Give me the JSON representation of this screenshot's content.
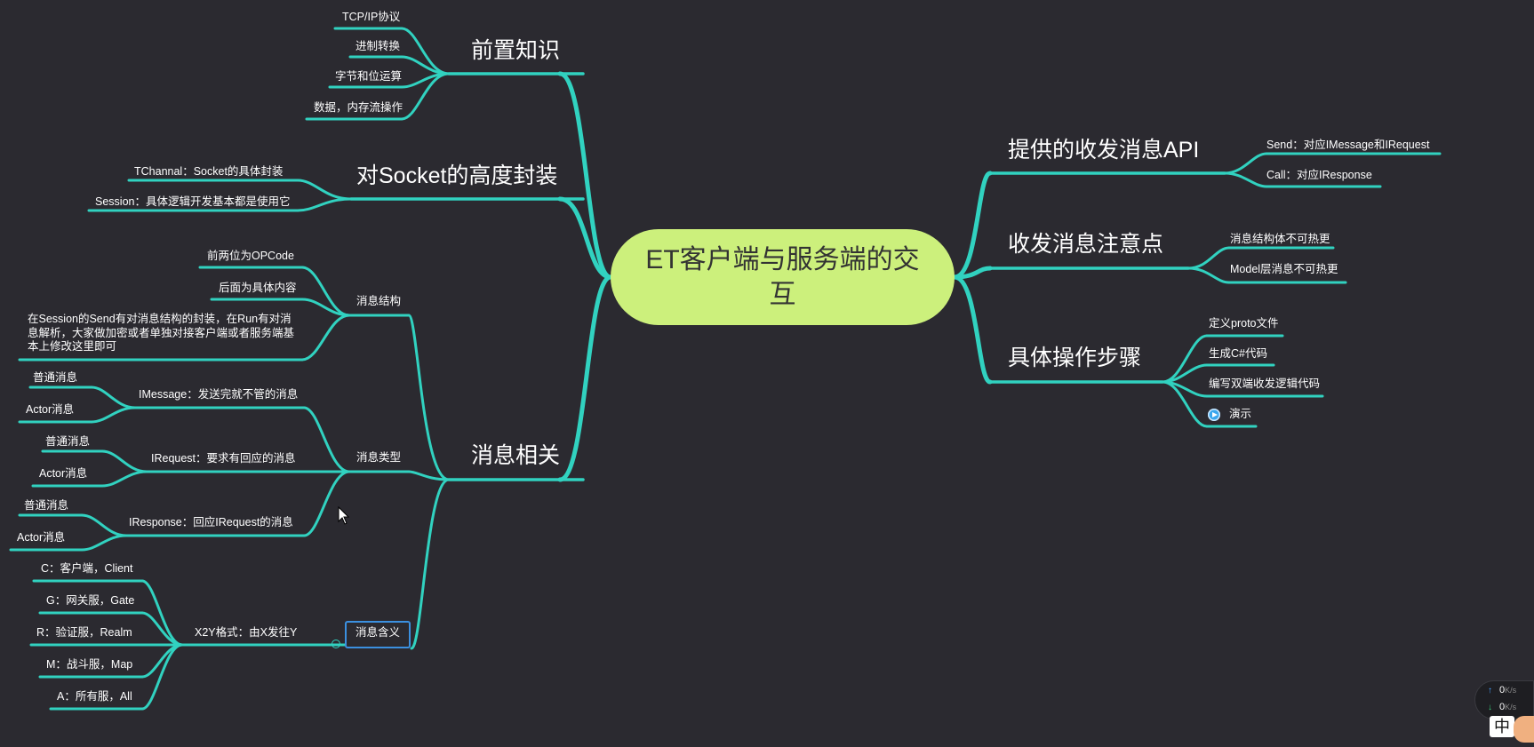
{
  "center": {
    "title": "ET客户端与服务端的交互"
  },
  "branches": {
    "prior_knowledge": {
      "title": "前置知识",
      "items": [
        "TCP/IP协议",
        "进制转换",
        "字节和位运算",
        "数据，内存流操作"
      ]
    },
    "socket_wrap": {
      "title": "对Socket的高度封装",
      "items": [
        "TChannal：Socket的具体封装",
        "Session：具体逻辑开发基本都是使用它"
      ]
    },
    "message": {
      "title": "消息相关",
      "structure": {
        "title": "消息结构",
        "items": [
          "前两位为OPCode",
          "后面为具体内容",
          "在Session的Send有对消息结构的封装，在Run有对消息解析，大家做加密或者单独对接客户端或者服务端基本上修改这里即可"
        ]
      },
      "types": {
        "title": "消息类型",
        "imessage": {
          "title": "IMessage：发送完就不管的消息",
          "items": [
            "普通消息",
            "Actor消息"
          ]
        },
        "irequest": {
          "title": "IRequest：要求有回应的消息",
          "items": [
            "普通消息",
            "Actor消息"
          ]
        },
        "iresponse": {
          "title": "IResponse：回应IRequest的消息",
          "items": [
            "普通消息",
            "Actor消息"
          ]
        }
      },
      "meaning": {
        "title": "消息含义",
        "format": {
          "title": "X2Y格式：由X发往Y",
          "items": [
            "C：客户端，Client",
            "G：网关服，Gate",
            "R：验证服，Realm",
            "M：战斗服，Map",
            "A：所有服，All"
          ]
        }
      }
    },
    "api": {
      "title": "提供的收发消息API",
      "items": [
        "Send：对应IMessage和IRequest",
        "Call：对应IResponse"
      ]
    },
    "notes": {
      "title": "收发消息注意点",
      "items": [
        "消息结构体不可热更",
        "Model层消息不可热更"
      ]
    },
    "steps": {
      "title": "具体操作步骤",
      "items": [
        "定义proto文件",
        "生成C#代码",
        "编写双端收发逻辑代码",
        "演示"
      ]
    }
  },
  "colors": {
    "line": "#31d2c0",
    "center_fill": "#ccf07c",
    "background": "#2b2a30",
    "selection": "#3b90e0"
  },
  "icons": {
    "demo_item": "play-icon"
  },
  "taskbar": {
    "upload_speed": "0",
    "download_speed": "0",
    "speed_unit": "K/s",
    "ime_label": "中"
  }
}
